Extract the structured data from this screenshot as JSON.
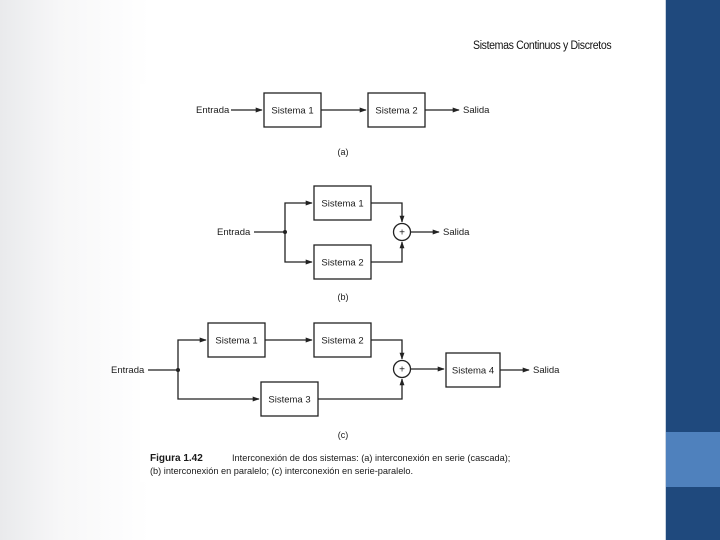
{
  "slide": {
    "header_title": "Sistemas Continuos y Discretos"
  },
  "figure": {
    "a": {
      "input": "Entrada",
      "system1": "Sistema 1",
      "system2": "Sistema 2",
      "output": "Salida",
      "label": "(a)"
    },
    "b": {
      "input": "Entrada",
      "system1": "Sistema 1",
      "system2": "Sistema 2",
      "adder": "+",
      "output": "Salida",
      "label": "(b)"
    },
    "c": {
      "input": "Entrada",
      "system1": "Sistema 1",
      "system2": "Sistema 2",
      "system3": "Sistema 3",
      "system4": "Sistema 4",
      "adder": "+",
      "output": "Salida",
      "label": "(c)"
    },
    "caption": {
      "number": "Figura 1.42",
      "line1": "Interconexión de dos sistemas: (a) interconexión en serie (cascada);",
      "line2": "(b) interconexión en paralelo; (c) interconexión en serie-paralelo."
    }
  },
  "colors": {
    "sidebar": "#1f497d",
    "sidebar_accent": "#4f81bd"
  }
}
